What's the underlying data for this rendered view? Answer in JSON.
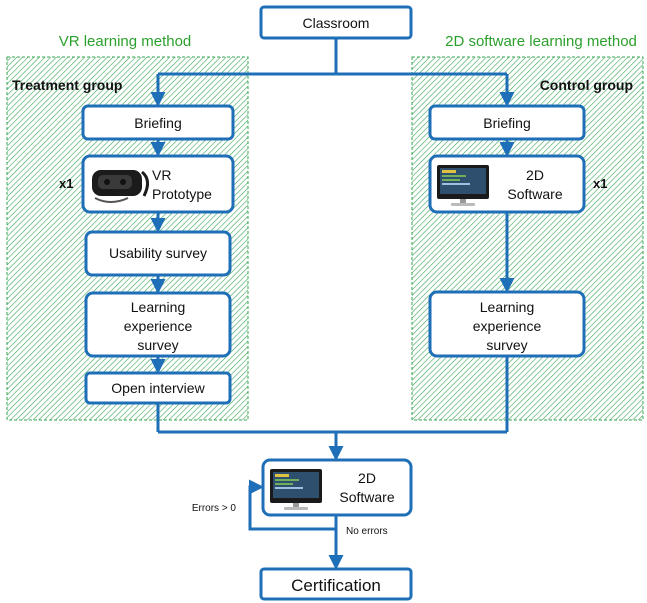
{
  "title": "",
  "colors": {
    "accent": "#1f6fb8",
    "group_title": "#2ca02c",
    "hatch": "#3aa655",
    "box_fill": "#ffffff"
  },
  "top_node": "Classroom",
  "left_group": {
    "title": "VR learning method",
    "label": "Treatment group",
    "multiplier": "x1",
    "steps": {
      "briefing": "Briefing",
      "prototype_line1": "VR",
      "prototype_line2": "Prototype",
      "usability": "Usability survey",
      "experience_line1": "Learning",
      "experience_line2": "experience",
      "experience_line3": "survey",
      "interview": "Open interview"
    },
    "icon": "vr-headset-icon"
  },
  "right_group": {
    "title": "2D software learning method",
    "label": "Control group",
    "multiplier": "x1",
    "steps": {
      "briefing": "Briefing",
      "software_line1": "2D",
      "software_line2": "Software",
      "experience_line1": "Learning",
      "experience_line2": "experience",
      "experience_line3": "survey"
    },
    "icon": "computer-monitor-icon"
  },
  "final_software": {
    "line1": "2D",
    "line2": "Software",
    "icon": "computer-monitor-icon"
  },
  "loop_label": "Errors > 0",
  "pass_label": "No errors",
  "end_node": "Certification"
}
